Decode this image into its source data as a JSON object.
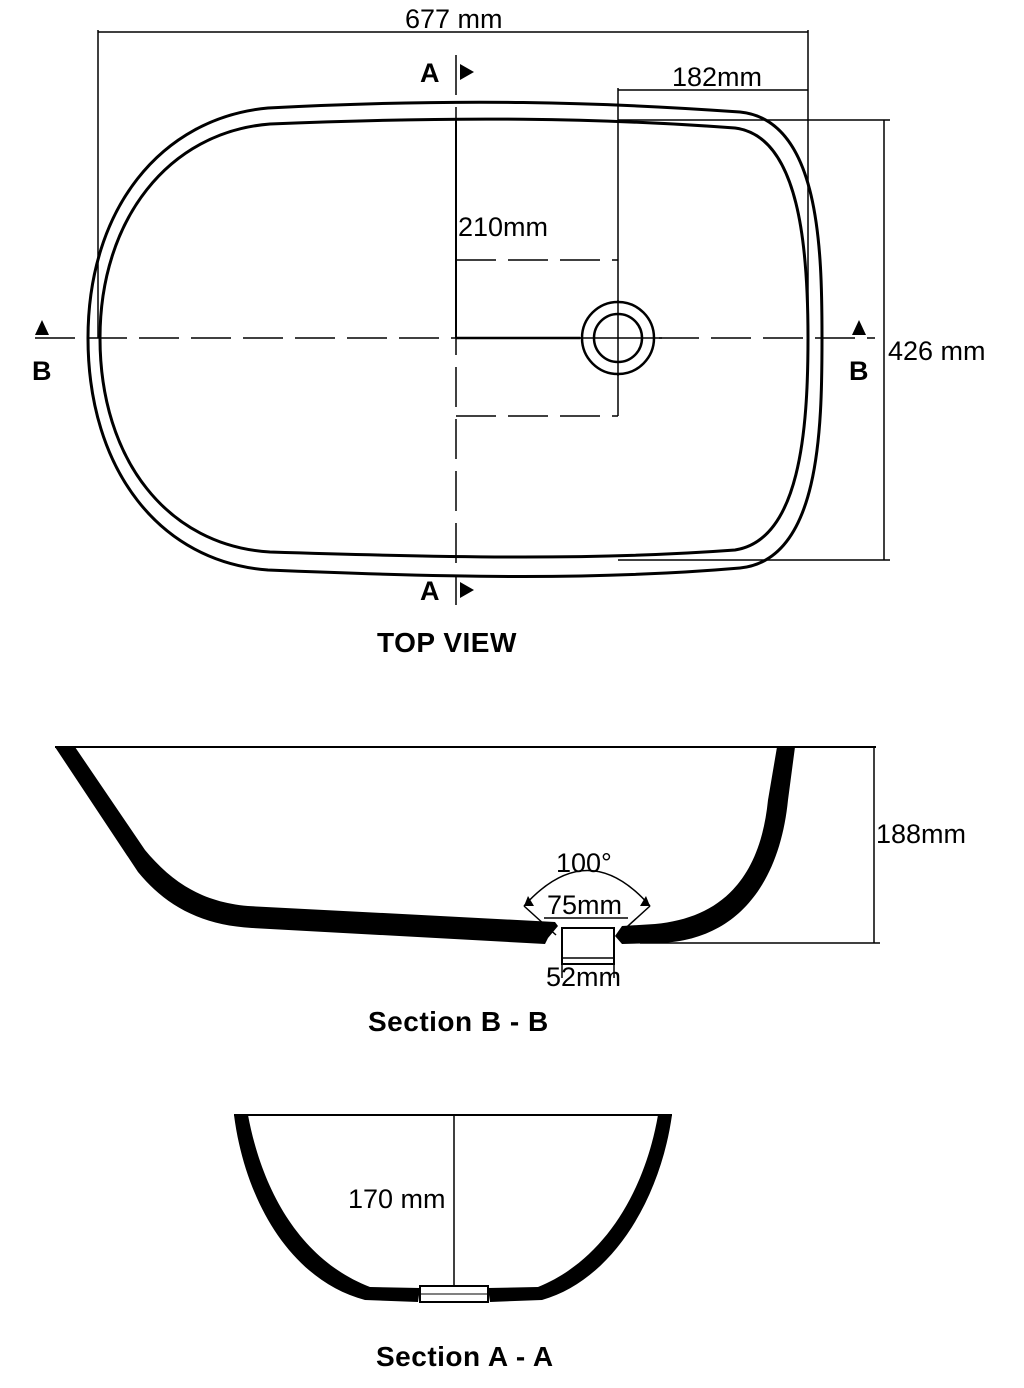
{
  "top_view": {
    "title": "TOP VIEW",
    "dim_length": "677 mm",
    "dim_drain_offset_x": "182mm",
    "dim_drain_offset_y": "210mm",
    "dim_width": "426 mm",
    "section_a_label": "A",
    "section_b_label": "B"
  },
  "section_bb": {
    "title": "Section B - B",
    "dim_height": "188mm",
    "dim_angle": "100°",
    "dim_drain_top": "75mm",
    "dim_drain_bottom": "52mm"
  },
  "section_aa": {
    "title": "Section A - A",
    "dim_height": "170 mm"
  }
}
